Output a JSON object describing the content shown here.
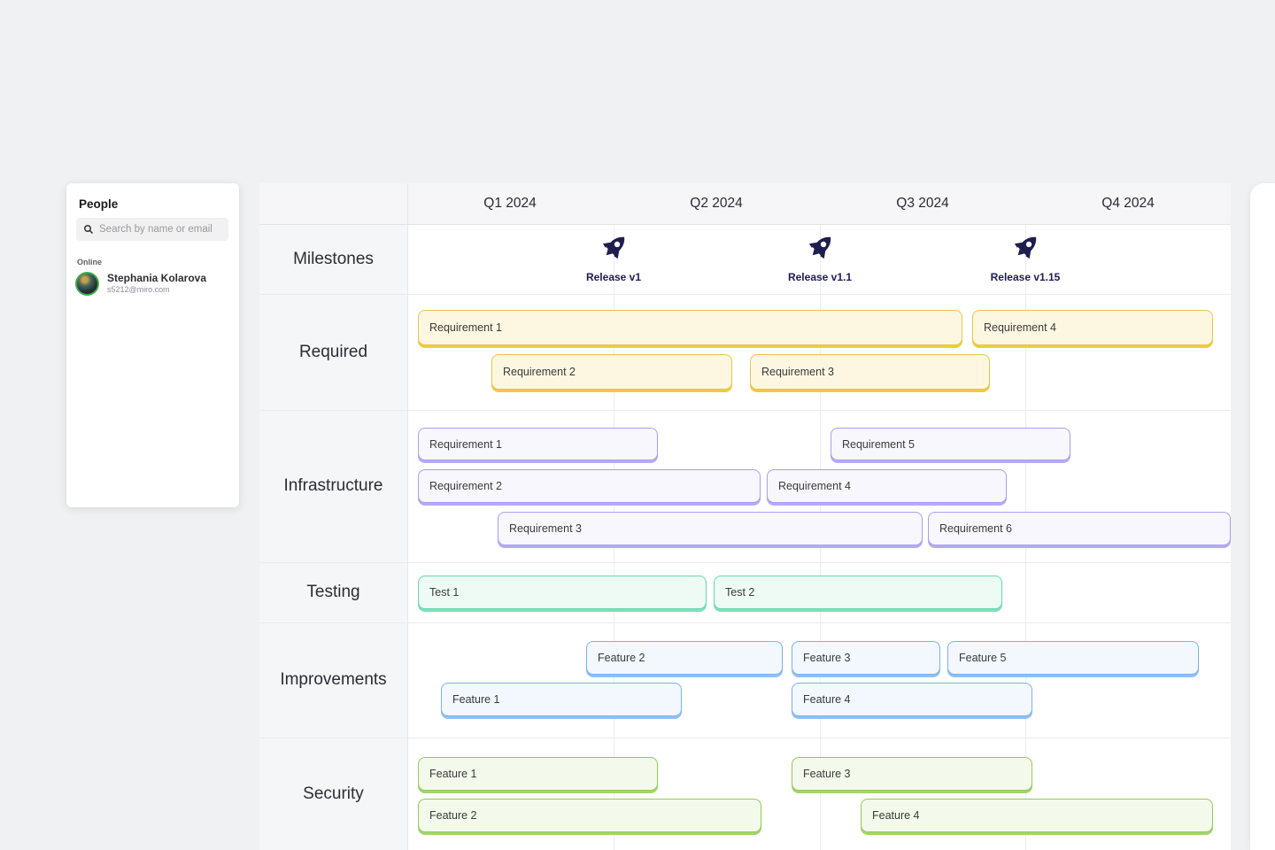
{
  "people_panel": {
    "title": "People",
    "search_placeholder": "Search by name or email",
    "online_label": "Online",
    "user": {
      "name": "Stephania Kolarova",
      "email": "s5212@miro.com"
    }
  },
  "roadmap": {
    "quarters": [
      "Q1 2024",
      "Q2 2024",
      "Q3 2024",
      "Q4 2024"
    ],
    "milestones": [
      {
        "label": "Release v1"
      },
      {
        "label": "Release v1.1"
      },
      {
        "label": "Release v1.15"
      }
    ],
    "rows": [
      {
        "name": "Milestones"
      },
      {
        "name": "Required",
        "color": "#f2ca3f",
        "bars": [
          {
            "label": "Requirement 1"
          },
          {
            "label": "Requirement 4"
          },
          {
            "label": "Requirement 2"
          },
          {
            "label": "Requirement 3"
          }
        ]
      },
      {
        "name": "Infrastructure",
        "color": "#a89df2",
        "bars": [
          {
            "label": "Requirement 1"
          },
          {
            "label": "Requirement 5"
          },
          {
            "label": "Requirement 2"
          },
          {
            "label": "Requirement 4"
          },
          {
            "label": "Requirement 3"
          },
          {
            "label": "Requirement 6"
          }
        ]
      },
      {
        "name": "Testing",
        "color": "#64d7ae",
        "bars": [
          {
            "label": "Test 1"
          },
          {
            "label": "Test 2"
          }
        ]
      },
      {
        "name": "Improvements",
        "color": "#7cb0f0",
        "bars": [
          {
            "label": "Feature 2"
          },
          {
            "label": "Feature 3"
          },
          {
            "label": "Feature 5"
          },
          {
            "label": "Feature 1"
          },
          {
            "label": "Feature 4"
          }
        ]
      },
      {
        "name": "Security",
        "color": "#94c95b",
        "bars": [
          {
            "label": "Feature 1"
          },
          {
            "label": "Feature 3"
          },
          {
            "label": "Feature 2"
          },
          {
            "label": "Feature 4"
          }
        ]
      }
    ]
  },
  "icons": {
    "search": "magnifier",
    "milestone": "rocket"
  },
  "colors": {
    "milestone_navy": "#1d1d4f",
    "required_yellow": "#e7c64a",
    "infrastructure_purple": "#a89df2",
    "testing_mint": "#64d7ae",
    "improvements_blue": "#7cb0f0",
    "security_green": "#94c95b",
    "online_green": "#3fae4a"
  }
}
